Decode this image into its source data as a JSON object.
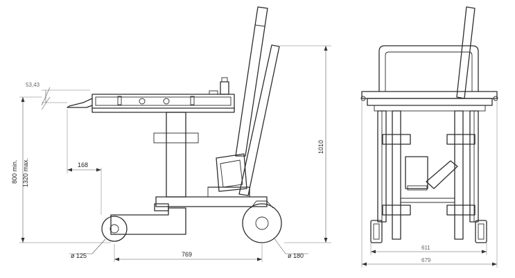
{
  "dimensions": {
    "top_offset": "53,43",
    "height_min": "800 min.",
    "height_max": "1320 max.",
    "reach": "168",
    "wheelbase": "769",
    "small_wheel": "ø 125",
    "large_wheel": "ø 180",
    "overall_height": "1010",
    "inner_width": "611",
    "overall_width": "679"
  }
}
